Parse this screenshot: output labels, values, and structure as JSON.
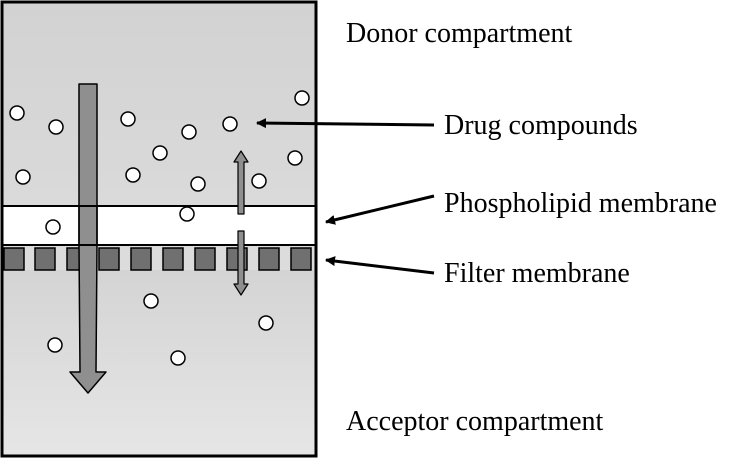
{
  "labels": {
    "donor": "Donor compartment",
    "drug": "Drug compounds",
    "phospholipid": "Phospholipid membrane",
    "filter": "Filter membrane",
    "acceptor": "Acceptor compartment"
  },
  "colors": {
    "donor_fill": "#d6d6d6",
    "acceptor_fill": "#dedede",
    "membrane_fill": "#ffffff",
    "filter_block": "#707070",
    "arrow_fill": "#8f8f8f",
    "outline": "#000000"
  }
}
